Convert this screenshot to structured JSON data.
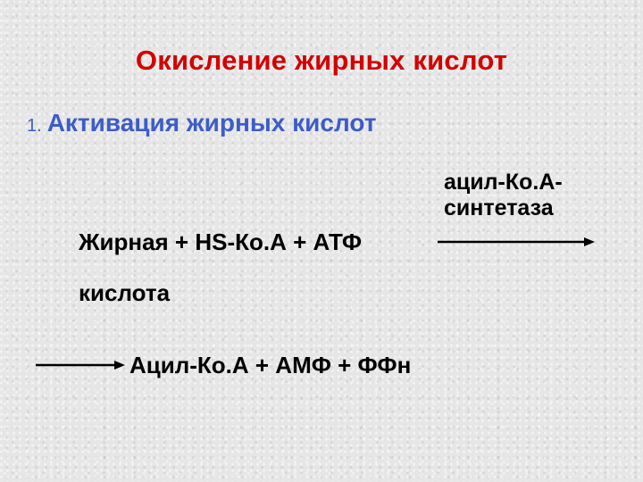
{
  "slide": {
    "title": "Окисление жирных кислот",
    "section": {
      "number": "1.",
      "heading": "Активация жирных кислот"
    },
    "reaction": {
      "enzyme_line_1": "ацил-Ко.А-",
      "enzyme_line_2": "синтетаза",
      "reactants_line_1": "Жирная + HS-Ко.А + АТФ",
      "reactants_line_2": "кислота",
      "products": "Ацил-Ко.А + АМФ + ФФн"
    }
  },
  "colors": {
    "title": "#d40000",
    "heading": "#3e5cc8",
    "text": "#000000"
  },
  "icons": {
    "arrow_1": "right-arrow",
    "arrow_2": "right-arrow"
  }
}
